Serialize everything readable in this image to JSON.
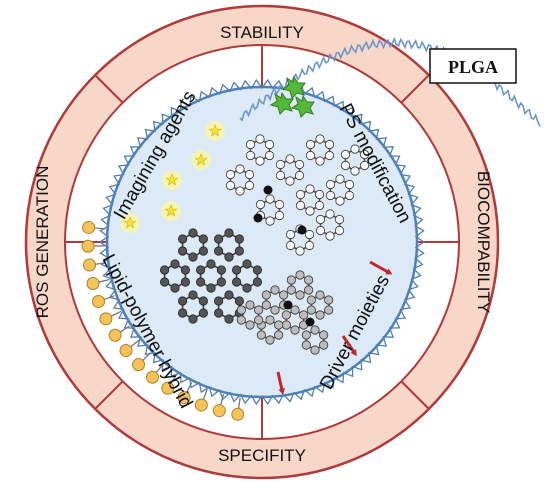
{
  "ring_labels": {
    "top": "STABILITY",
    "right": "BIOCOMPABILITY",
    "bottom": "SPECIFITY",
    "left": "ROS GENERATION"
  },
  "quadrant_labels": {
    "top_left": "Imagining agents",
    "top_right": "PS modification",
    "bottom_left": "Lipid-polymer hybrid",
    "bottom_right": "Driver  moieties"
  },
  "polymer_label": "PLGA",
  "colors": {
    "ring_fill": "#f8d7c9",
    "ring_stroke": "#b03a3a",
    "core_fill": "#dce9f6",
    "core_stroke": "#4f7fb5",
    "lipid_head": "#f6c25a",
    "arrow": "#c0282d",
    "drug_green": "#56b83a",
    "star": "#f5e332"
  },
  "icons": [
    "star-icon",
    "arrow-icon",
    "molecule-icon",
    "lipid-icon",
    "polymer-chain-icon"
  ]
}
